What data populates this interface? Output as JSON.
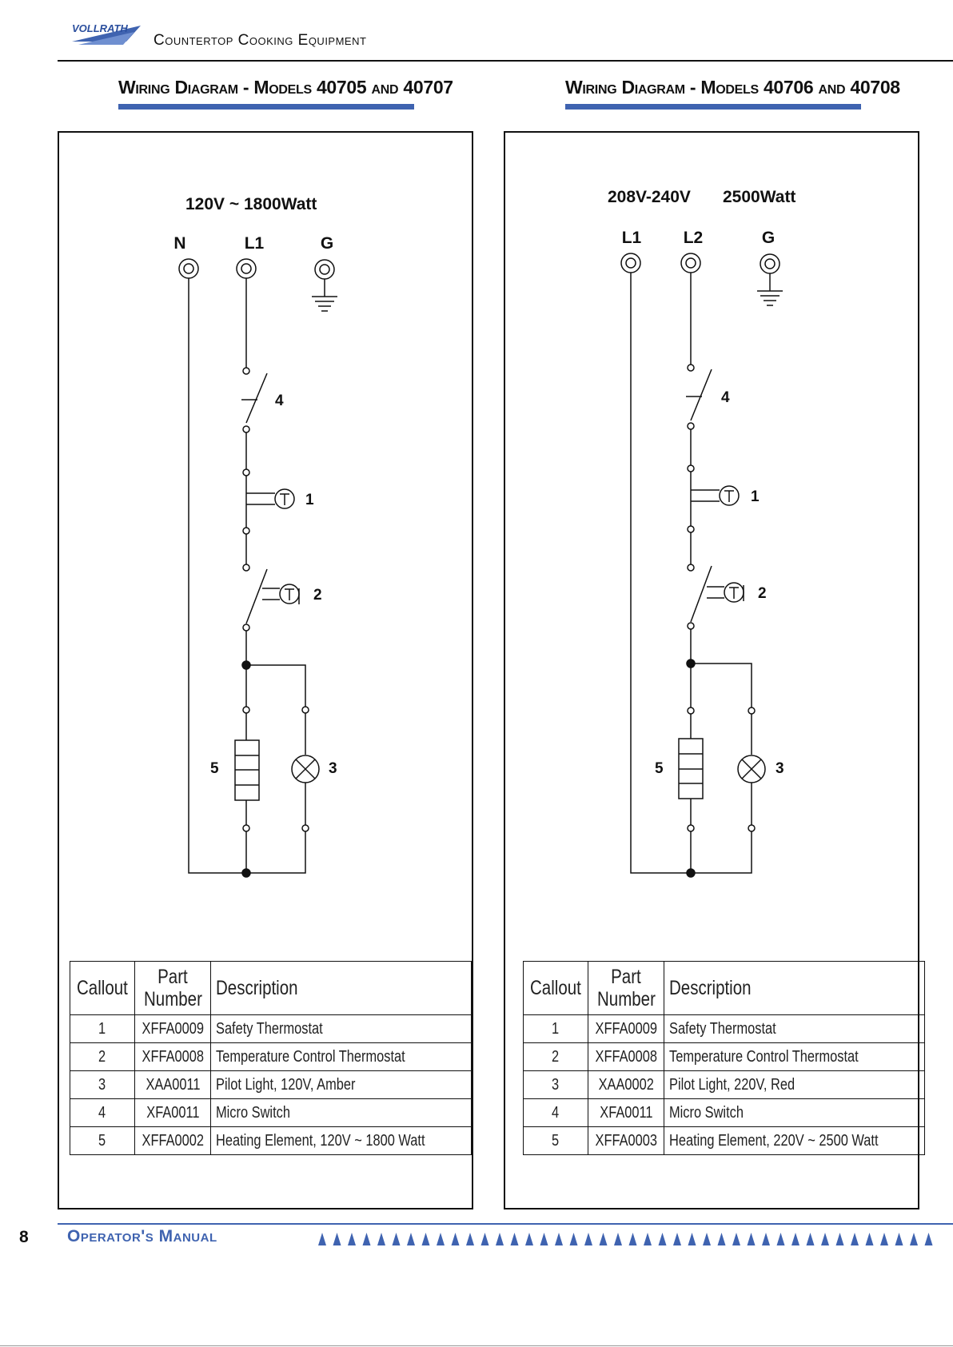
{
  "header": {
    "logo_text": "VOLLRATH",
    "title": "Countertop Cooking Equipment"
  },
  "sections": [
    {
      "title": "Wiring Diagram - Models 40705 and 40707",
      "rating_voltage": "120V ~ 1800Watt",
      "rating_wattage": "",
      "terminals": [
        "N",
        "L1",
        "G"
      ],
      "callouts": [
        "4",
        "1",
        "2",
        "5",
        "3"
      ],
      "table": {
        "headers": {
          "callout": "Callout",
          "part_line1": "Part",
          "part_line2": "Number",
          "description": "Description"
        },
        "rows": [
          {
            "callout": "1",
            "part": "XFFA0009",
            "description": "Safety Thermostat"
          },
          {
            "callout": "2",
            "part": "XFFA0008",
            "description": "Temperature Control Thermostat"
          },
          {
            "callout": "3",
            "part": "XAA0011",
            "description": "Pilot Light, 120V, Amber"
          },
          {
            "callout": "4",
            "part": "XFA0011",
            "description": "Micro Switch"
          },
          {
            "callout": "5",
            "part": "XFFA0002",
            "description": "Heating Element, 120V ~ 1800 Watt"
          }
        ]
      }
    },
    {
      "title": "Wiring Diagram - Models 40706 and 40708",
      "rating_voltage": "208V-240V",
      "rating_wattage": "2500Watt",
      "terminals": [
        "L1",
        "L2",
        "G"
      ],
      "callouts": [
        "4",
        "1",
        "2",
        "5",
        "3"
      ],
      "table": {
        "headers": {
          "callout": "Callout",
          "part_line1": "Part",
          "part_line2": "Number",
          "description": "Description"
        },
        "rows": [
          {
            "callout": "1",
            "part": "XFFA0009",
            "description": "Safety Thermostat"
          },
          {
            "callout": "2",
            "part": "XFFA0008",
            "description": "Temperature Control Thermostat"
          },
          {
            "callout": "3",
            "part": "XAA0002",
            "description": "Pilot Light, 220V, Red"
          },
          {
            "callout": "4",
            "part": "XFA0011",
            "description": "Micro Switch"
          },
          {
            "callout": "5",
            "part": "XFFA0003",
            "description": "Heating Element, 220V ~ 2500 Watt"
          }
        ]
      }
    }
  ],
  "footer": {
    "page_number": "8",
    "title": "Operator's Manual"
  },
  "colors": {
    "accent": "#3f63b0",
    "ink": "#111111"
  }
}
